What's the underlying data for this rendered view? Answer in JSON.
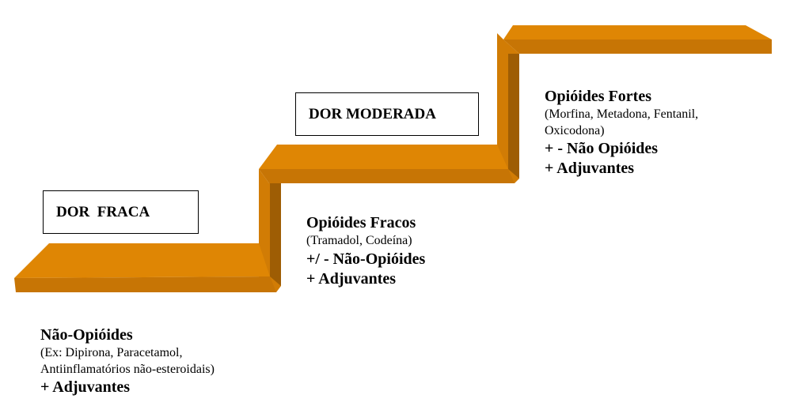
{
  "diagram": {
    "type": "staircase",
    "colors": {
      "top_face": "#df8604",
      "front_face": "#c77505",
      "side_face": "#9e5d04",
      "box_border": "#000000"
    },
    "steps": [
      {
        "level": 1,
        "label": "DOR  FRACA",
        "title": "Não-Opióides",
        "detail_lines": [
          "(Ex: Dipirona, Paracetamol,",
          "Antiinflamatórios não-esteroidais)"
        ],
        "extra_lines": [
          "+ Adjuvantes"
        ]
      },
      {
        "level": 2,
        "label": "DOR MODERADA",
        "title": "Opióides Fracos",
        "detail_lines": [
          "(Tramadol, Codeína)"
        ],
        "extra_lines": [
          "+/ - Não-Opióides",
          "+ Adjuvantes"
        ]
      },
      {
        "level": 3,
        "label": "",
        "title": "Opióides Fortes",
        "detail_lines": [
          "(Morfina, Metadona, Fentanil,",
          "Oxicodona)"
        ],
        "extra_lines": [
          "+ - Não Opióides",
          "+ Adjuvantes"
        ]
      }
    ]
  }
}
